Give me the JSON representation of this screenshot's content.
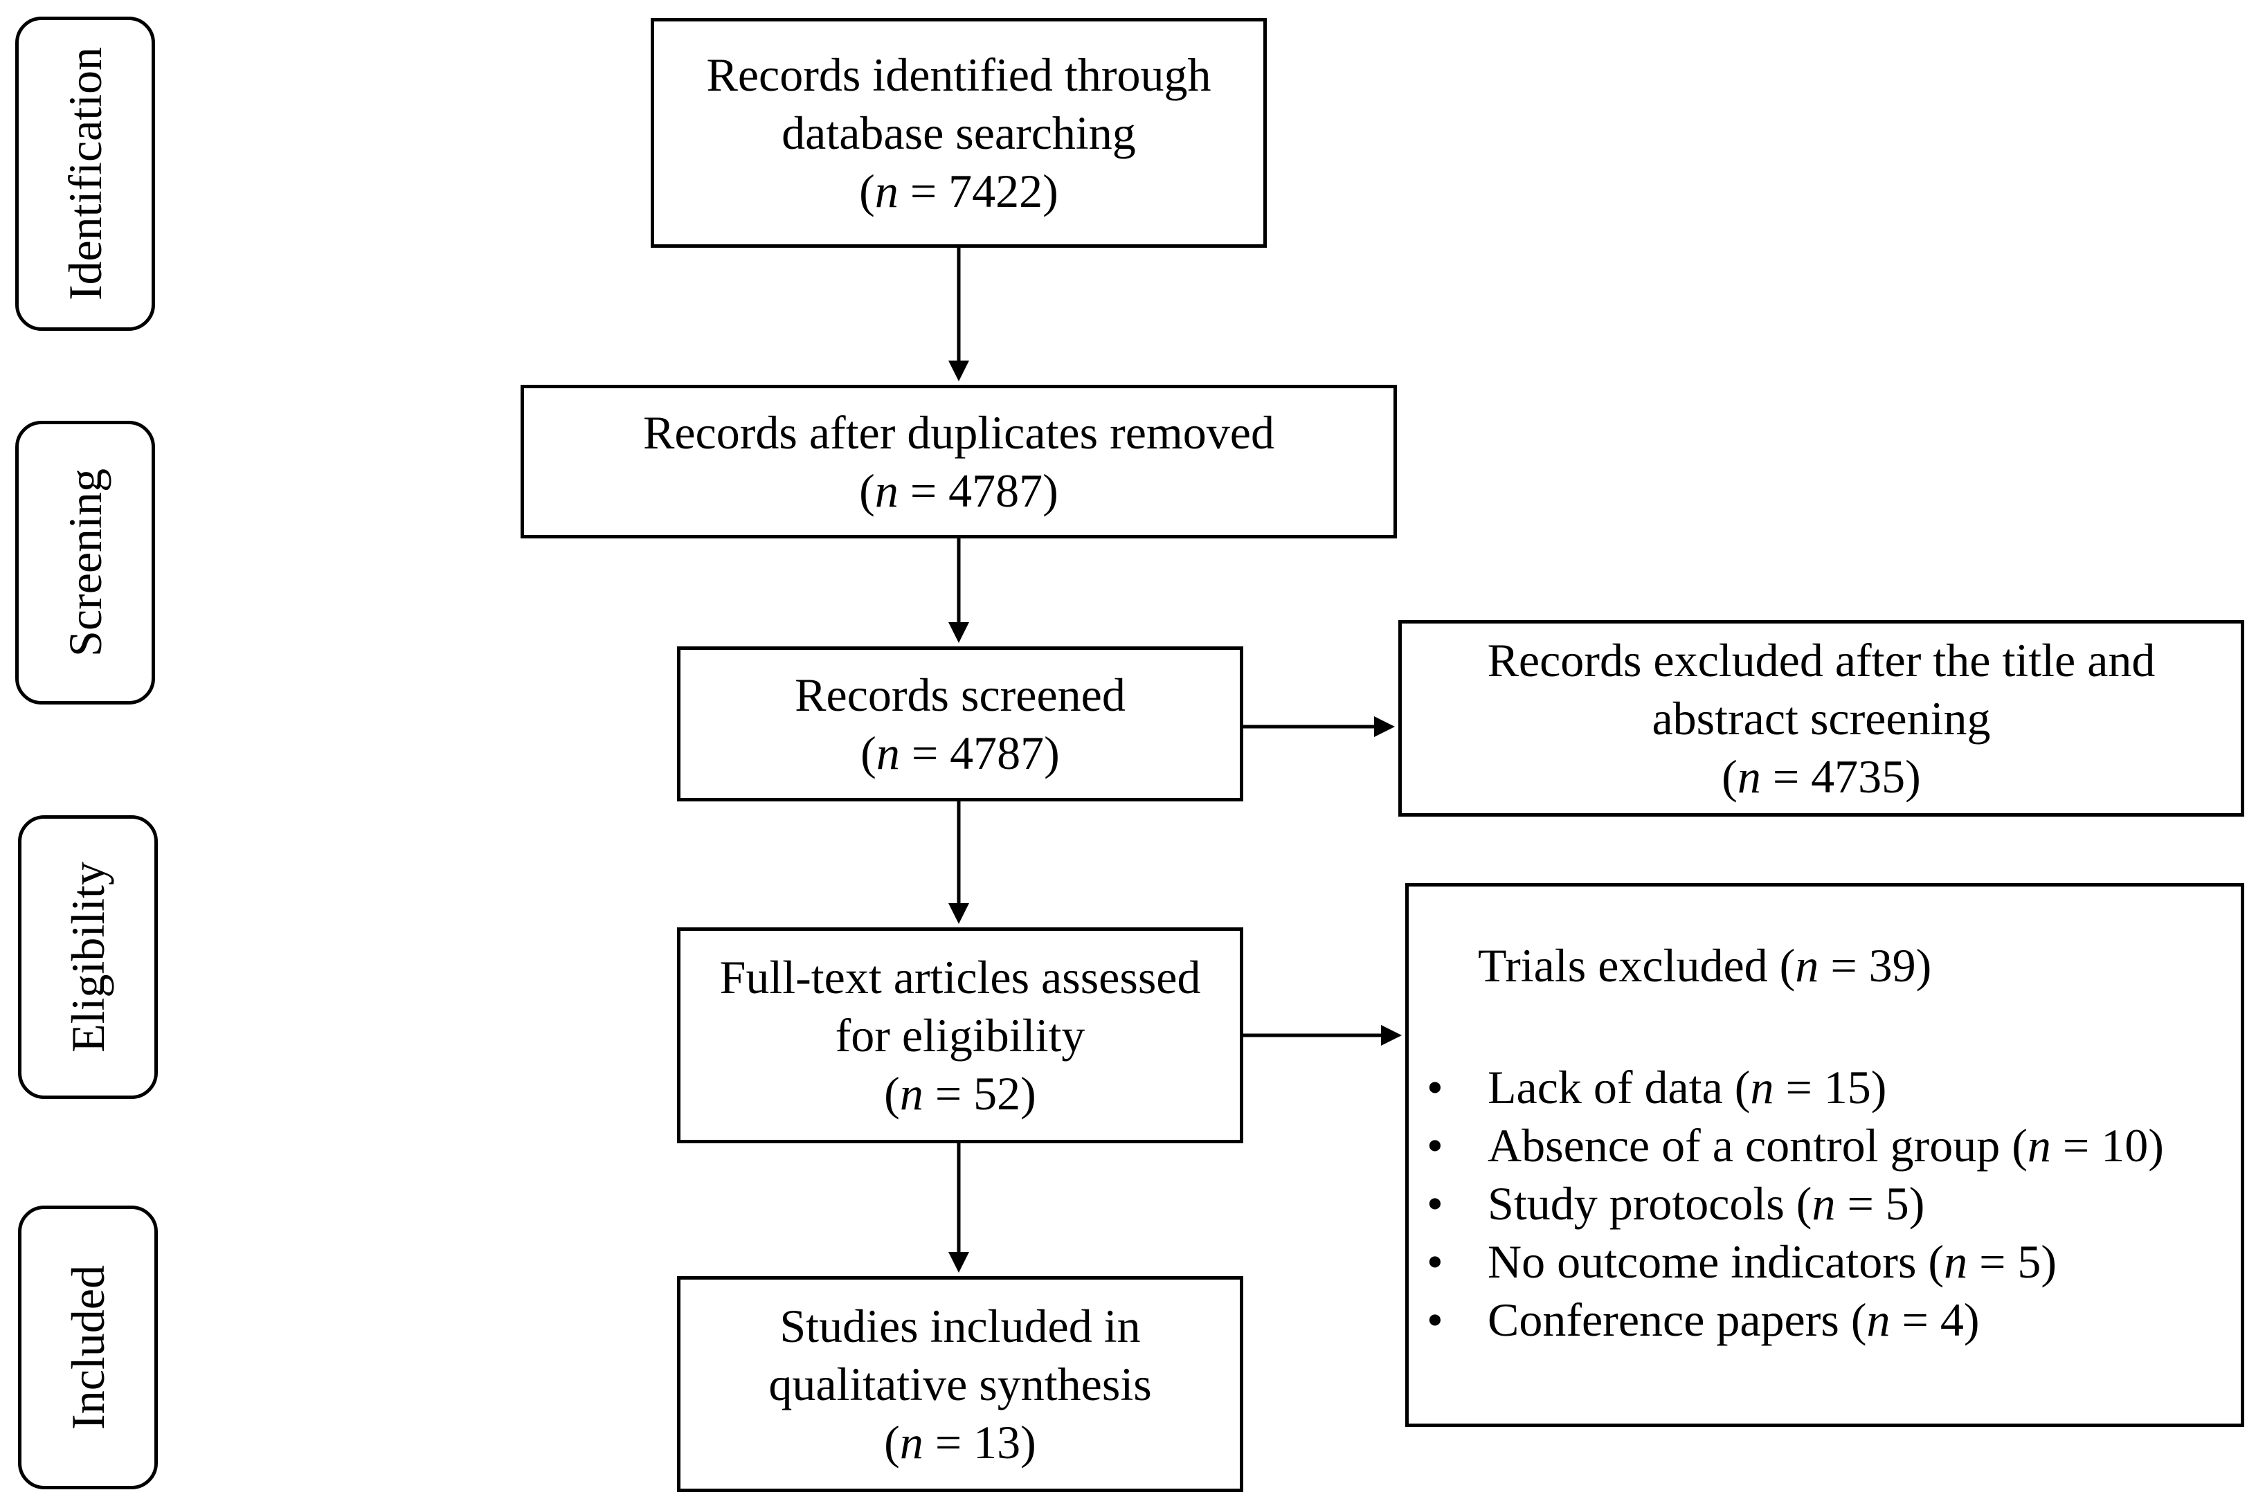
{
  "stages": {
    "identification": "Identification",
    "screening": "Screening",
    "eligibility": "Eligibility",
    "included": "Included"
  },
  "boxes": {
    "identified": {
      "line1": "Records identified through",
      "line2": "database searching",
      "count_prefix": "(",
      "n": "n",
      "count_suffix": " = 7422)"
    },
    "after_duplicates": {
      "line1": "Records after duplicates removed",
      "count_prefix": "(",
      "n": "n",
      "count_suffix": " = 4787)"
    },
    "screened": {
      "line1": "Records screened",
      "count_prefix": "(",
      "n": "n",
      "count_suffix": " = 4787)"
    },
    "excluded_title_abstract": {
      "line1": "Records excluded after the title and",
      "line2": "abstract screening",
      "count_prefix": "(",
      "n": "n",
      "count_suffix": " = 4735)"
    },
    "full_text": {
      "line1": "Full-text articles assessed",
      "line2": "for eligibility",
      "count_prefix": "(",
      "n": "n",
      "count_suffix": " = 52)"
    },
    "included": {
      "line1": "Studies included in",
      "line2": "qualitative synthesis",
      "count_prefix": "(",
      "n": "n",
      "count_suffix": " = 13)"
    }
  },
  "trials_excluded": {
    "heading_prefix": "Trials excluded (",
    "heading_n": "n",
    "heading_suffix": " = 39)",
    "bullet": "•",
    "items": [
      {
        "label": "Lack of data (",
        "n": "n",
        "suffix": " = 15)"
      },
      {
        "label": "Absence of a control group (",
        "n": "n",
        "suffix": " = 10)"
      },
      {
        "label": "Study protocols (",
        "n": "n",
        "suffix": " = 5)"
      },
      {
        "label": "No outcome indicators (",
        "n": "n",
        "suffix": " = 5)"
      },
      {
        "label": "Conference papers (",
        "n": "n",
        "suffix": " = 4)"
      }
    ]
  }
}
